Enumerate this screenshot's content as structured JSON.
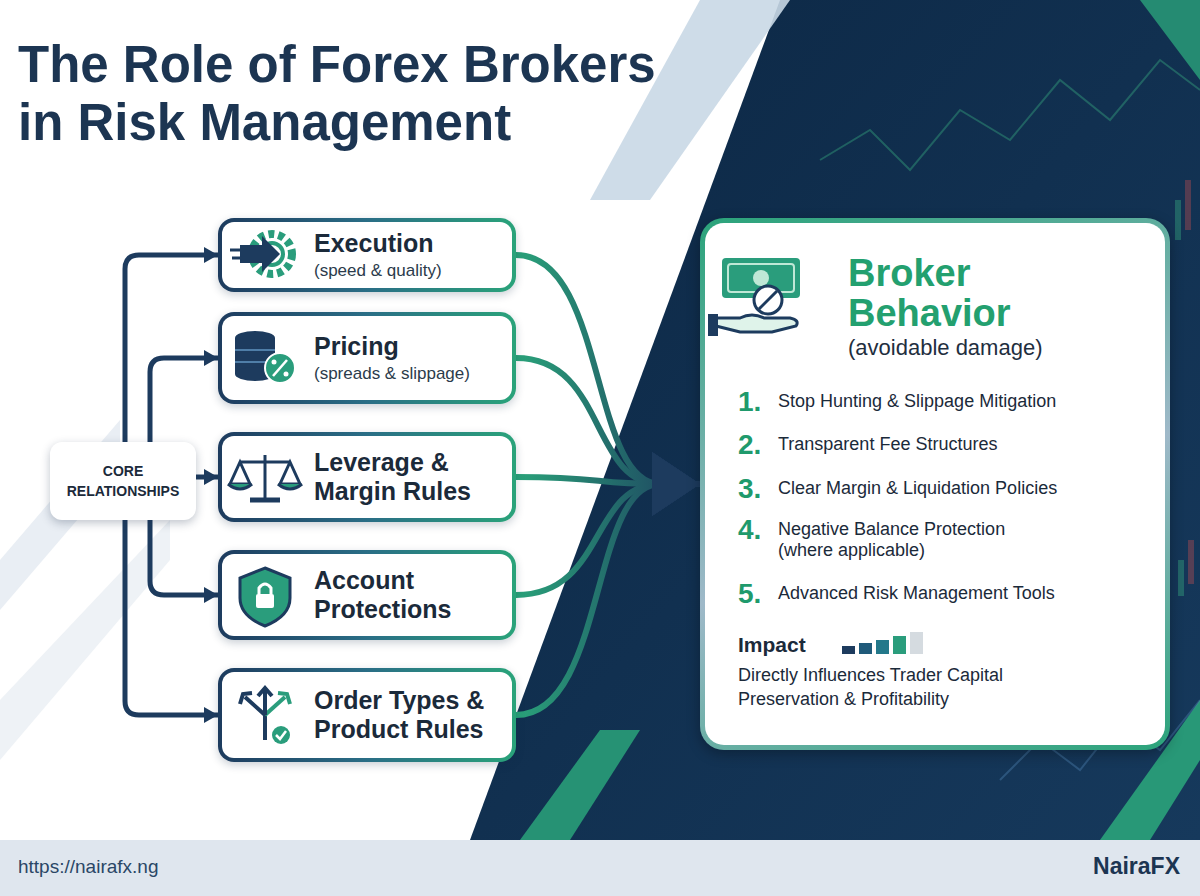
{
  "diagram": {
    "title": "The Role of Forex Brokers in Risk Management",
    "nodes": [
      {
        "text": [
          "CORE RELATIONSHIPS"
        ]
      },
      {
        "text": [
          "Execution",
          "(speed & quality)"
        ]
      },
      {
        "text": [
          "Pricing",
          "(spreads & slippage)"
        ]
      },
      {
        "text": [
          "Leverage & Margin Rules"
        ]
      },
      {
        "text": [
          "Account Protections"
        ]
      },
      {
        "text": [
          "Order Types & Product Rules"
        ]
      },
      {
        "text": [
          "Broker Behavior",
          "(avoidable damage)",
          "1.",
          "Stop Hunting & Slippage Mitigation",
          "2.",
          "Transparent Fee Structures",
          "3.",
          "Clear Margin & Liquidation Policies",
          "4.",
          "Negative Balance Protection (where applicable)",
          "5.",
          "Advanced Risk Management Tools",
          "Impact",
          "Directly Influences Trader Capital Preservation & Profitability"
        ]
      }
    ],
    "edges": [
      {
        "from": 0,
        "to": 1,
        "arrow": "to"
      },
      {
        "from": 0,
        "to": 2,
        "arrow": "to"
      },
      {
        "from": 0,
        "to": 3,
        "arrow": "to"
      },
      {
        "from": 0,
        "to": 4,
        "arrow": "to"
      },
      {
        "from": 0,
        "to": 5,
        "arrow": "to"
      },
      {
        "from": 1,
        "to": 6,
        "arrow": "to"
      },
      {
        "from": 2,
        "to": 6,
        "arrow": "to"
      },
      {
        "from": 3,
        "to": 6,
        "arrow": "to"
      },
      {
        "from": 4,
        "to": 6,
        "arrow": "to"
      },
      {
        "from": 5,
        "to": 6,
        "arrow": "to"
      }
    ],
    "labels": [
      "https://nairafx.ng",
      "NairaFX"
    ]
  }
}
